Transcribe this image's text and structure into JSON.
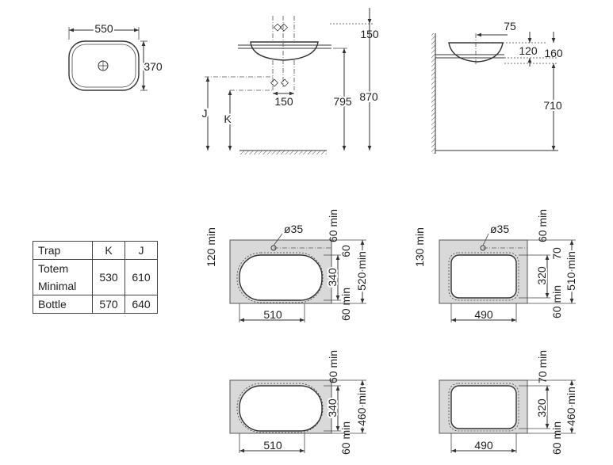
{
  "top_view": {
    "width": "550",
    "depth": "370"
  },
  "front_view": {
    "tap_offset": "150",
    "tap_spacing": "150",
    "height_top": "870",
    "height_rim": "795",
    "label_j": "J",
    "label_k": "K"
  },
  "side_view": {
    "setback": "75",
    "basin_h": "120",
    "top_h": "160",
    "floor_to_rim": "710"
  },
  "plan_1": {
    "diameter": "ø35",
    "back_clear": "120 min",
    "top_clear": "60 min",
    "hole_off": "60",
    "inner_h": "340",
    "bottom_clear": "60 min",
    "total_h": "520 min",
    "inner_w": "510"
  },
  "plan_2": {
    "diameter": "ø35",
    "back_clear": "130 min",
    "top_clear": "60 min",
    "hole_off": "70",
    "inner_h": "320",
    "bottom_clear": "60 min",
    "total_h": "510 min",
    "inner_w": "490"
  },
  "plan_3": {
    "top_clear": "60 min",
    "inner_h": "340",
    "bottom_clear": "60 min",
    "total_h": "460 min",
    "inner_w": "510"
  },
  "plan_4": {
    "top_clear": "70 min",
    "inner_h": "320",
    "bottom_clear": "60 min",
    "total_h": "460 min",
    "inner_w": "490"
  },
  "trap_table": {
    "headers": [
      "Trap",
      "K",
      "J"
    ],
    "rows": [
      {
        "name": "Totem",
        "k": "530",
        "j": "610"
      },
      {
        "name": "Minimal",
        "k": "",
        "j": ""
      },
      {
        "name": "Bottle",
        "k": "570",
        "j": "640"
      }
    ]
  }
}
